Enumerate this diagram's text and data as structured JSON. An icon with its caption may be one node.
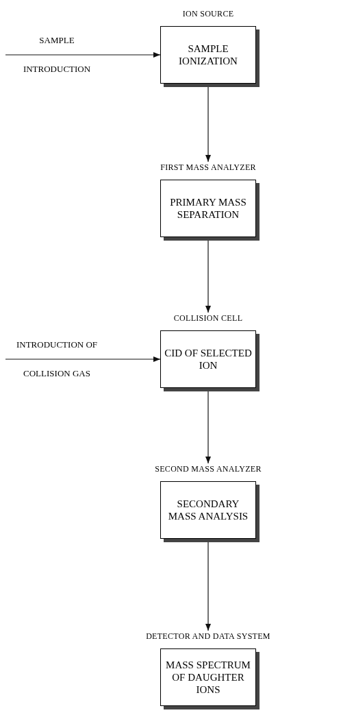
{
  "diagram": {
    "nodes": [
      {
        "text": [
          "SAMPLE",
          "INTRODUCTION"
        ]
      },
      {
        "text": [
          "ION SOURCE",
          "SAMPLE IONIZATION"
        ]
      },
      {
        "text": [
          "FIRST MASS ANALYZER",
          "PRIMARY MASS SEPARATION"
        ]
      },
      {
        "text": [
          "INTRODUCTION OF",
          "COLLISION GAS"
        ]
      },
      {
        "text": [
          "COLLISION CELL",
          "CID OF SELECTED ION"
        ]
      },
      {
        "text": [
          "SECOND MASS ANALYZER",
          "SECONDARY MASS ANALYSIS"
        ]
      },
      {
        "text": [
          "DETECTOR AND DATA SYSTEM",
          "MASS SPECTRUM OF DAUGHTER IONS"
        ]
      }
    ],
    "edges": [
      {
        "from": 0,
        "to": 1,
        "arrow": "to"
      },
      {
        "from": 1,
        "to": 2,
        "arrow": "to"
      },
      {
        "from": 3,
        "to": 4,
        "arrow": "to"
      },
      {
        "from": 2,
        "to": 4,
        "arrow": "to"
      },
      {
        "from": 4,
        "to": 5,
        "arrow": "to"
      },
      {
        "from": 5,
        "to": 6,
        "arrow": "to"
      }
    ]
  }
}
